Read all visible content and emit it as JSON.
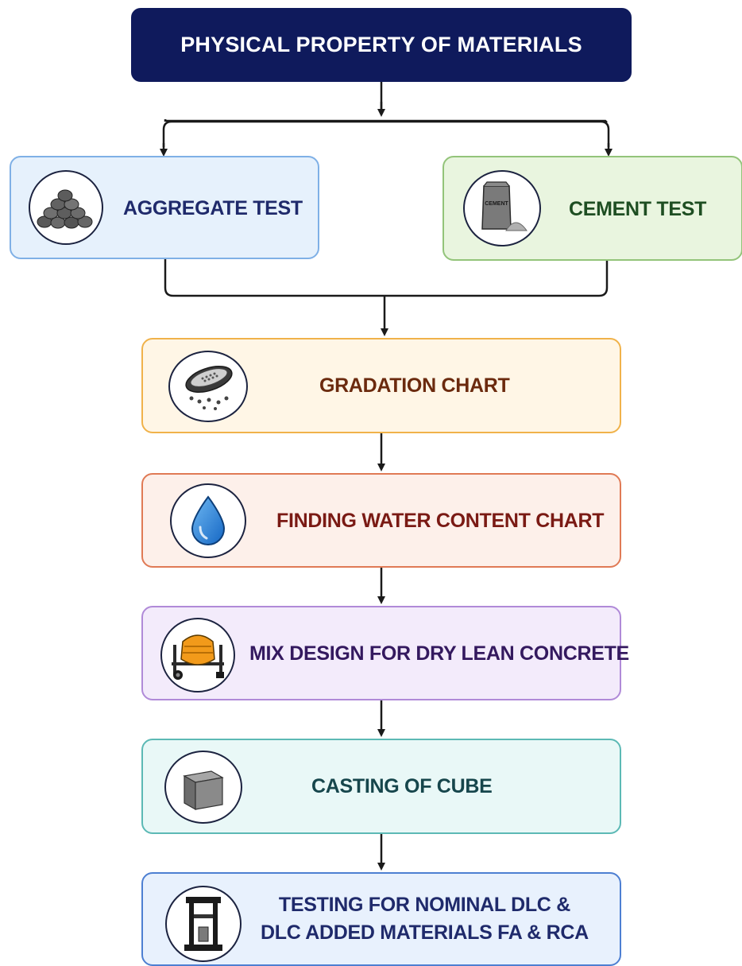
{
  "title": "PHYSICAL PROPERTY OF MATERIALS",
  "nodes": {
    "aggregate": {
      "label": "AGGREGATE TEST",
      "icon": "aggregate-stones-icon",
      "color": "#1f2a6b"
    },
    "cement": {
      "label": "CEMENT TEST",
      "icon": "cement-bag-icon",
      "color": "#1e4e22",
      "bag_text": "CEMENT"
    },
    "gradation": {
      "label": "GRADATION CHART",
      "icon": "sieve-icon",
      "color": "#6b2a0e"
    },
    "water": {
      "label": "FINDING WATER CONTENT CHART",
      "icon": "water-drop-icon",
      "color": "#7a1a14"
    },
    "mix": {
      "label": "MIX DESIGN FOR DRY LEAN CONCRETE",
      "icon": "concrete-mixer-icon",
      "color": "#34195f"
    },
    "cube": {
      "label": "CASTING OF CUBE",
      "icon": "cube-icon",
      "color": "#16464c"
    },
    "testing": {
      "label_line1": "TESTING FOR NOMINAL DLC &",
      "label_line2": "DLC ADDED MATERIALS FA & RCA",
      "icon": "compression-testing-machine-icon",
      "color": "#1f2a6b"
    }
  },
  "colors": {
    "title_bg": "#0f1a5c",
    "connector": "#1a1a1a"
  }
}
